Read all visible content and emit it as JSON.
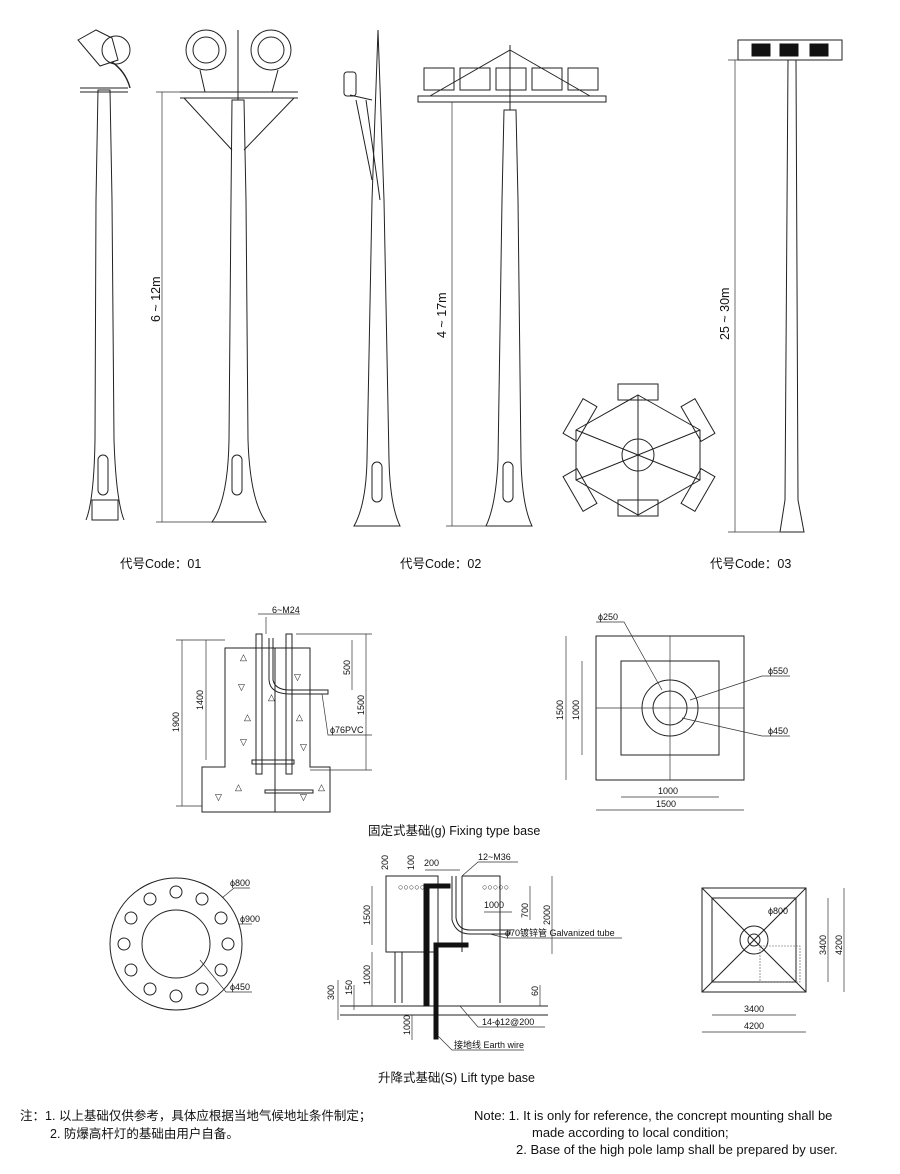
{
  "poles": {
    "code01": "代号Code：01",
    "code02": "代号Code：02",
    "code03": "代号Code：03",
    "height01": "6 ~ 12m",
    "height02": "4 ~ 17m",
    "height03": "25 ~ 30m"
  },
  "fixing_base": {
    "caption": "固定式基础(g) Fixing type base",
    "bolts": "6~M24",
    "d1900": "1900",
    "d1400": "1400",
    "d500": "500",
    "d1500": "1500",
    "pvc": "ϕ76PVC",
    "plan_d250": "ϕ250",
    "plan_d550": "ϕ550",
    "plan_d450": "ϕ450",
    "plan_1500v": "1500",
    "plan_1000v": "1000",
    "plan_1000h": "1000",
    "plan_1500h": "1500"
  },
  "lift_base": {
    "caption": "升降式基础(S) Lift type base",
    "circle_d800": "ϕ800",
    "circle_d900": "ϕ900",
    "circle_d450": "ϕ450",
    "d200a": "200",
    "d100": "100",
    "d200b": "200",
    "bolts": "12~M36",
    "d1500": "1500",
    "d1000a": "1000",
    "d700": "700",
    "d2000": "2000",
    "tube": "ϕ70镀锌管 Galvanized tube",
    "d300": "300",
    "d150": "150",
    "d1000b": "1000",
    "d60": "60",
    "rebar": "14-ϕ12@200",
    "d1000c": "1000",
    "earth": "接地线 Earth wire",
    "plan_d800": "ϕ800",
    "plan_3400v": "3400",
    "plan_4200v": "4200",
    "plan_3400h": "3400",
    "plan_4200h": "4200"
  },
  "notes": {
    "cn_1": "注：1. 以上基础仅供参考，具体应根据当地气候地址条件制定；",
    "cn_2": "2. 防爆高杆灯的基础由用户自备。",
    "en_1": "Note: 1. It is only for reference, the concrept mounting shall be",
    "en_1b": "made according to local condition;",
    "en_2": "2. Base of the high pole lamp shall be prepared by user."
  }
}
